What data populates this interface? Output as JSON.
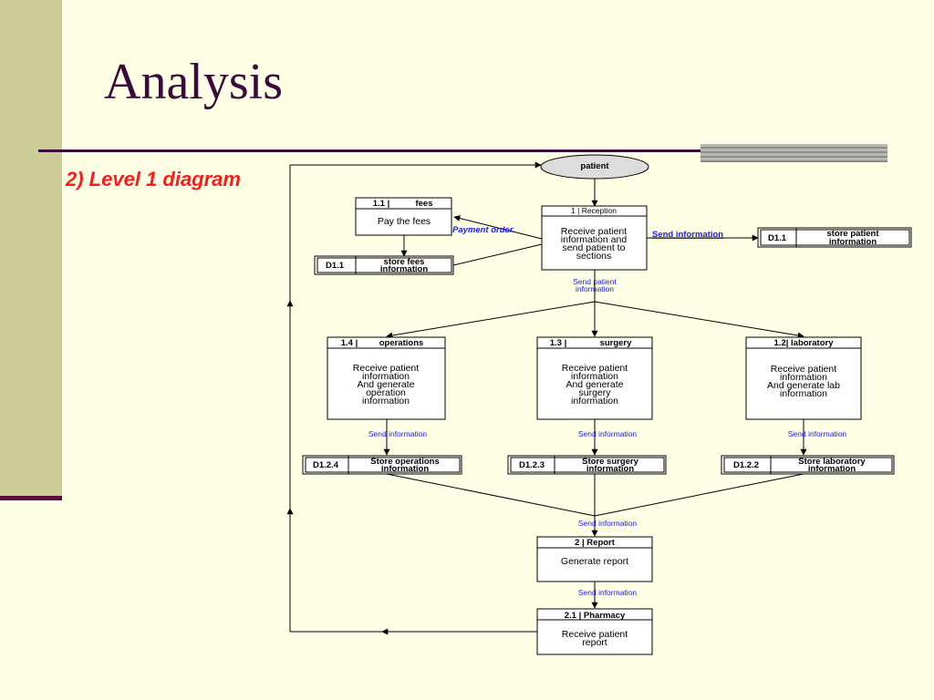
{
  "slide": {
    "title": "Analysis",
    "subtitle": "2) Level 1 diagram"
  },
  "diagram": {
    "external_entity": "patient",
    "processes": {
      "reception": {
        "id": "1 | Reception",
        "text": [
          "Receive patient",
          "information and",
          "send patient to",
          "sections"
        ]
      },
      "fees": {
        "id": "1.1 |",
        "name": "fees",
        "text": [
          "Pay the fees"
        ]
      },
      "operations": {
        "id": "1.4 |",
        "name": "operations",
        "text": [
          "Receive patient",
          "information",
          "And generate",
          "operation",
          "information"
        ]
      },
      "surgery": {
        "id": "1.3 |",
        "name": "surgery",
        "text": [
          "Receive patient",
          "information",
          "And generate",
          "surgery",
          "information"
        ]
      },
      "laboratory": {
        "id": "1.2| laboratory",
        "text": [
          "Receive patient",
          "information",
          "And generate lab",
          "information"
        ]
      },
      "report": {
        "id": "2  | Report",
        "text": [
          "Generate  report"
        ]
      },
      "pharmacy": {
        "id": "2.1 |  Pharmacy",
        "text": [
          "Receive patient",
          "report"
        ]
      }
    },
    "stores": {
      "patient_store": {
        "id": "D1.1",
        "name": [
          "store patient",
          "information"
        ]
      },
      "fees_store": {
        "id": "D1.1",
        "name": [
          "store fees",
          "information"
        ]
      },
      "operations_store": {
        "id": "D1.2.4",
        "name": [
          "Store operations",
          "information"
        ]
      },
      "surgery_store": {
        "id": "D1.2.3",
        "name": [
          "Store surgery",
          "information"
        ]
      },
      "laboratory_store": {
        "id": "D1.2.2",
        "name": [
          "Store laboratory",
          "information"
        ]
      }
    },
    "flows": {
      "payment_order": "Payment order",
      "send_information": "Send information",
      "send_patient_information": [
        "Send patient",
        "information"
      ]
    }
  }
}
